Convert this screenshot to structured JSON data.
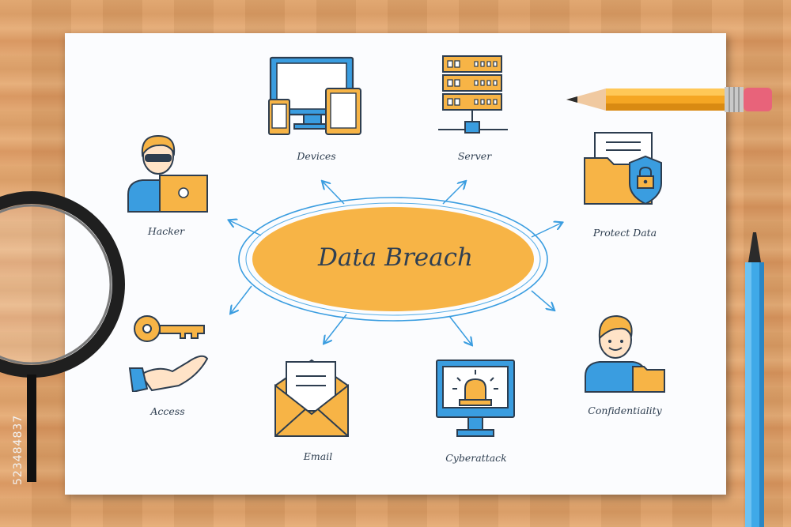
{
  "diagram": {
    "center": "Data Breach",
    "nodes": {
      "devices": "Devices",
      "server": "Server",
      "protect_data": "Protect Data",
      "hacker": "Hacker",
      "access": "Access",
      "email": "Email",
      "cyberattack": "Cyberattack",
      "confidentiality": "Confidentiality"
    }
  },
  "icons": {
    "devices": "devices-icon",
    "server": "server-icon",
    "protect_data": "folder-lock-icon",
    "hacker": "hacker-icon",
    "access": "hand-key-icon",
    "email": "envelope-icon",
    "cyberattack": "alarm-monitor-icon",
    "confidentiality": "person-folder-icon"
  },
  "colors": {
    "accent_orange": "#f7b446",
    "accent_blue": "#3a9de0",
    "outline": "#2d3d4f",
    "paper": "#fbfcfe"
  },
  "watermark": "523484837"
}
